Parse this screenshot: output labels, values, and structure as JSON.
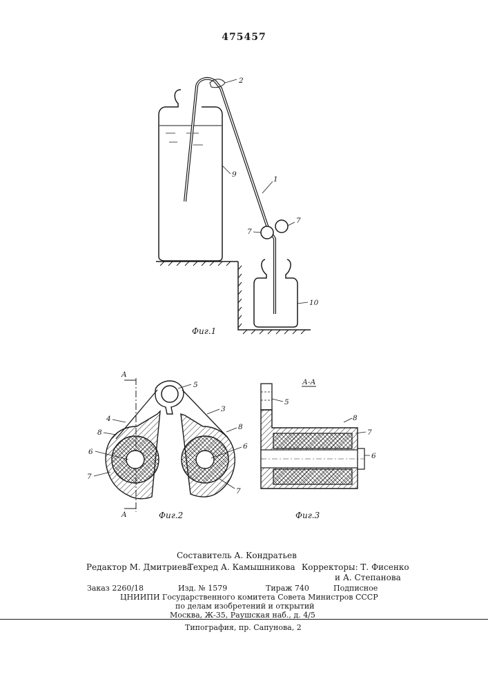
{
  "patent_number": "475457",
  "fig1": {
    "caption": "Фиг.1",
    "labels": {
      "l1": "1",
      "l2": "2",
      "l7a": "7",
      "l7b": "7",
      "l9": "9",
      "l10": "10"
    }
  },
  "fig2": {
    "caption": "Фиг.2",
    "section_mark": "A",
    "labels": {
      "l3": "3",
      "l4": "4",
      "l5": "5",
      "l6a": "6",
      "l6b": "6",
      "l7a": "7",
      "l7b": "7",
      "l8a": "8",
      "l8b": "8"
    }
  },
  "fig3": {
    "caption": "Фиг.3",
    "section_title": "А-А",
    "labels": {
      "l5": "5",
      "l6": "6",
      "l7": "7",
      "l8": "8"
    }
  },
  "credits": {
    "compiler": "Составитель А. Кондратьев",
    "editor": "Редактор М. Дмитриева",
    "techred": "Техред А. Камышникова",
    "correctors_1": "Корректоры: Т. Фисенко",
    "correctors_2": "и А. Степанова"
  },
  "imprint": {
    "order": "Заказ 2260/18",
    "edition_no": "Изд. № 1579",
    "circulation": "Тираж 740",
    "subscription": "Подписное",
    "org_1": "ЦНИИПИ Государственного комитета Совета Министров СССР",
    "org_2": "по делам изобретений и открытий",
    "address": "Москва, Ж-35, Раушская наб., д. 4/5",
    "printer": "Типография, пр. Сапунова, 2"
  }
}
